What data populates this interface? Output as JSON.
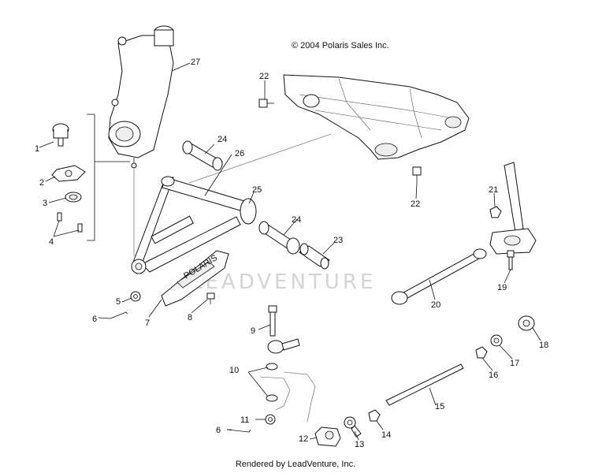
{
  "copyright": "© 2004 Polaris Sales Inc.",
  "footer": "Rendered by LeadVenture, Inc.",
  "watermark": "LEADVENTURE",
  "part_label": "POLARIS",
  "callouts": {
    "c1": "1",
    "c2": "2",
    "c3": "3",
    "c4": "4",
    "c5": "5",
    "c6a": "6",
    "c6b": "6",
    "c7": "7",
    "c8": "8",
    "c9": "9",
    "c10": "10",
    "c11": "11",
    "c12": "12",
    "c13": "13",
    "c14": "14",
    "c15": "15",
    "c16": "16",
    "c17": "17",
    "c18": "18",
    "c19": "19",
    "c20": "20",
    "c21": "21",
    "c22a": "22",
    "c22b": "22",
    "c23": "23",
    "c24a": "24",
    "c24b": "24",
    "c25": "25",
    "c26": "26",
    "c27": "27"
  }
}
